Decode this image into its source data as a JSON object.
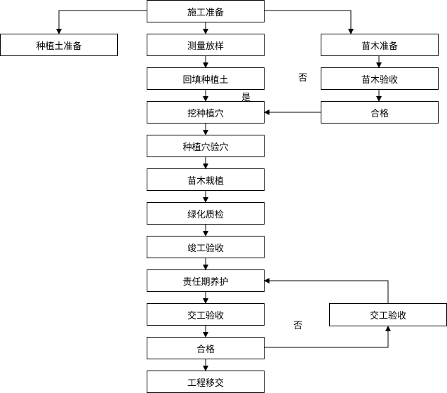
{
  "nodes": {
    "prep": "施工准备",
    "soil_prep": "种植土准备",
    "survey": "测量放样",
    "seedling_prep": "苗木准备",
    "backfill": "回填种植土",
    "seedling_inspect": "苗木验收",
    "dig": "挖种植穴",
    "seedling_ok": "合格",
    "pit_inspect": "种植穴验穴",
    "planting": "苗木栽植",
    "green_qc": "绿化质检",
    "completion": "竣工验收",
    "maintenance": "责任期养护",
    "handover_inspect": "交工验收",
    "right_inspect": "交工验收",
    "final_ok": "合格",
    "transfer": "工程移交"
  },
  "labels": {
    "no_top": "否",
    "yes": "是",
    "no_bottom": "否"
  }
}
